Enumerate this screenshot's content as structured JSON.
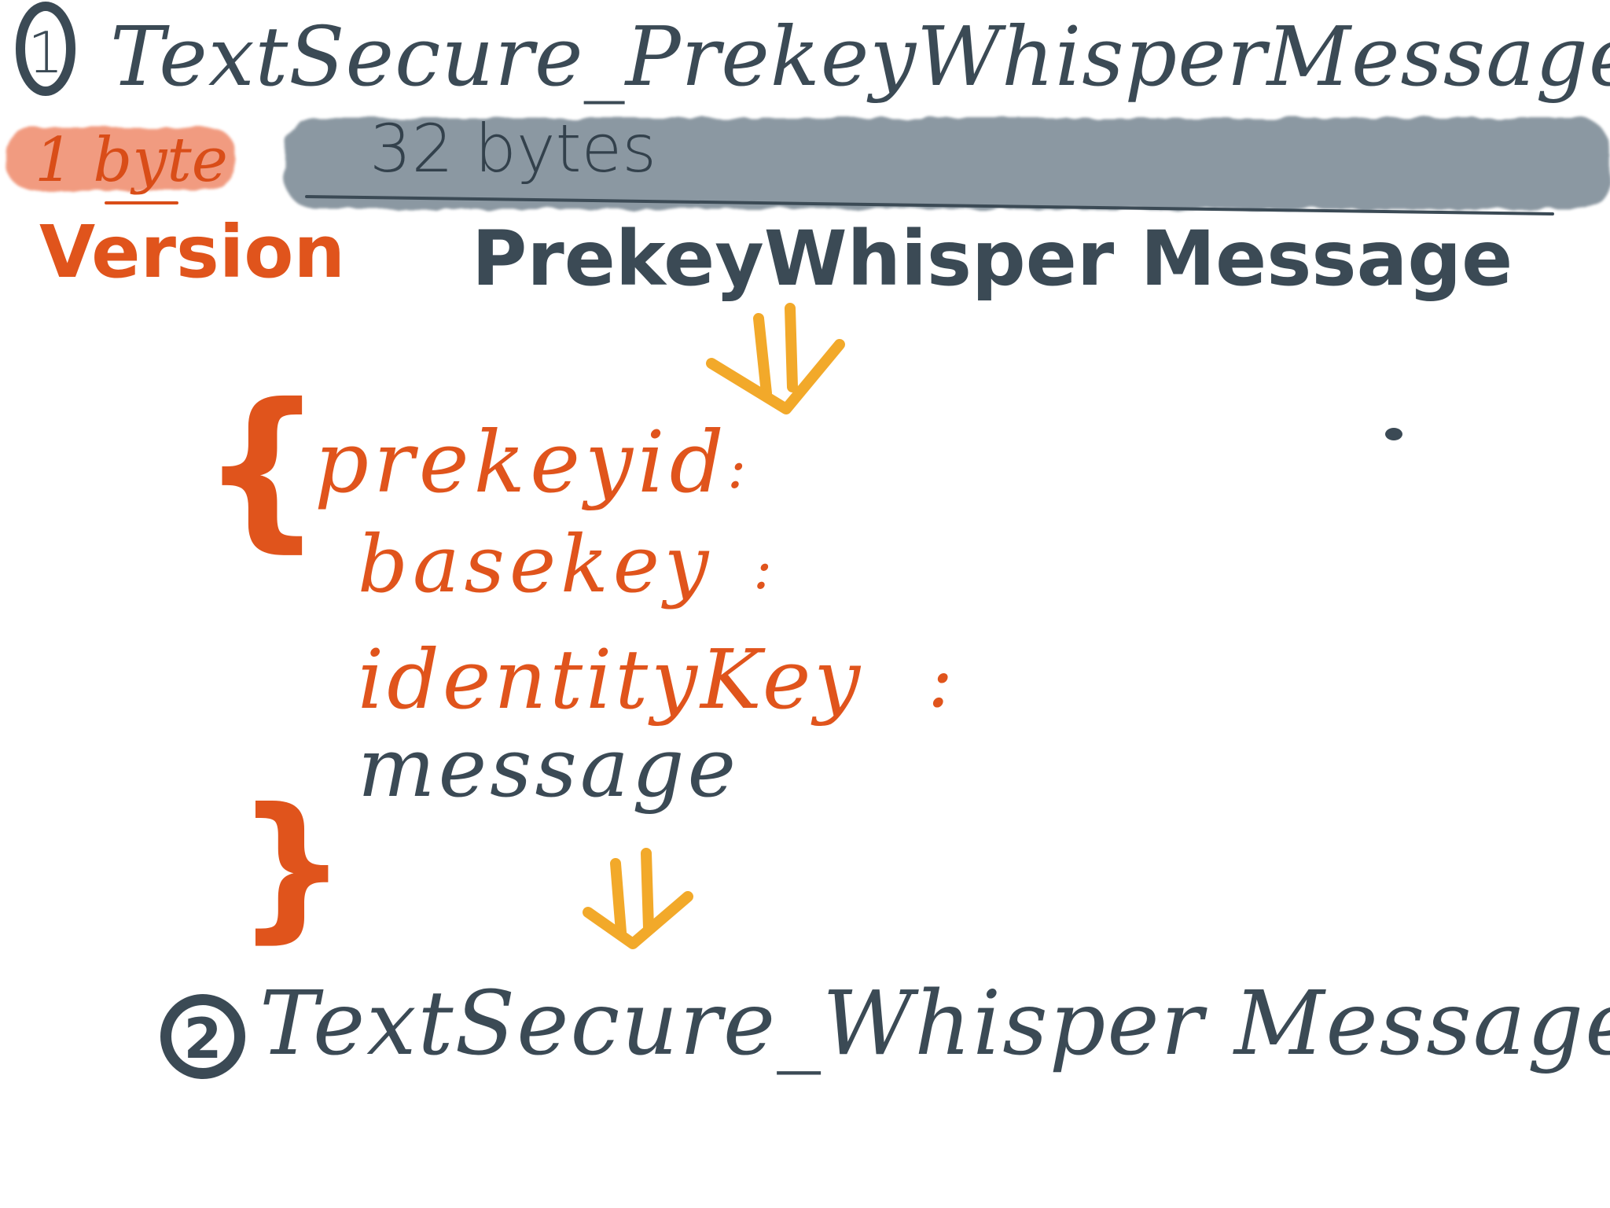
{
  "colors": {
    "ink": "#3b4a55",
    "orange": "#e0541c",
    "highlight_orange": "#ef8a6a",
    "highlight_gray": "#7f8d98",
    "arrow": "#f2a92a"
  },
  "step1": {
    "number": "1",
    "title": "TextSecure_PrekeyWhisperMessage"
  },
  "layout_bar": {
    "version_size": "1 byte",
    "version_label": "Version",
    "payload_size": "32 bytes",
    "payload_label": "PrekeyWhisper Message"
  },
  "structure": {
    "open_brace": "{",
    "fields": [
      {
        "name": "prekeyid",
        "separator": ":"
      },
      {
        "name": "basekey",
        "separator": ":"
      },
      {
        "name": "identityKey",
        "separator": ":"
      },
      {
        "name": "message",
        "separator": ""
      }
    ],
    "close_brace": "}"
  },
  "step2": {
    "number": "2",
    "title": "TextSecure_Whisper Message"
  },
  "icons": {
    "arrow_down_1": "double-down-arrow-icon",
    "arrow_down_2": "double-down-arrow-icon",
    "dot": "ink-dot"
  }
}
